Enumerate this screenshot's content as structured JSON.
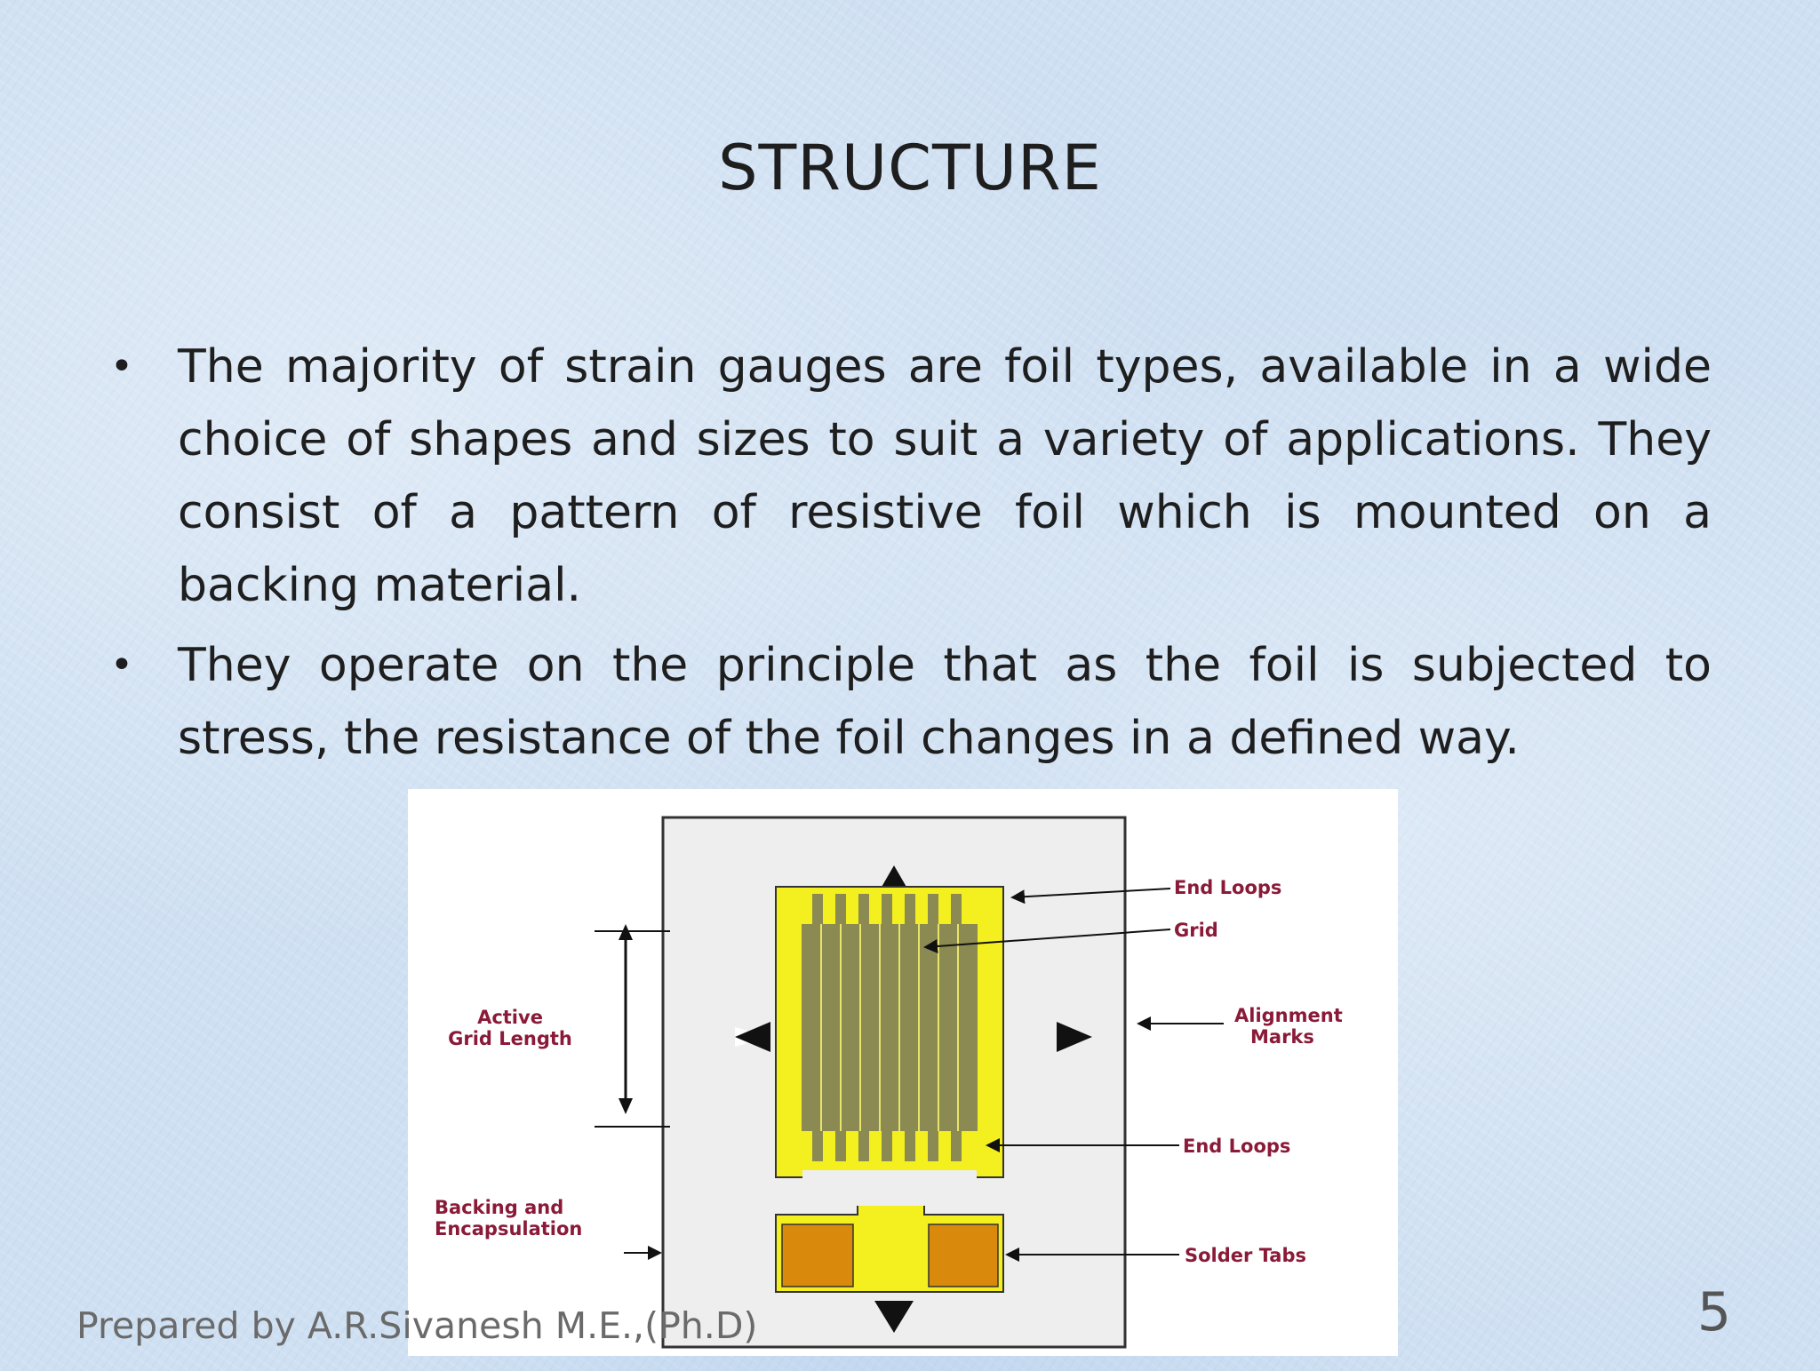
{
  "slide": {
    "title": "STRUCTURE",
    "bullets": [
      "The majority of strain gauges are foil types, available in a wide choice of shapes and sizes to suit a variety of applications. They consist of a pattern of resistive foil which is mounted on a backing material.",
      "They operate on the principle that as the foil is subjected to stress, the resistance of the foil changes in a defined way."
    ],
    "bullet_glyph": "•",
    "footer": "Prepared by A.R.Sivanesh M.E.,(Ph.D)",
    "page_number": "5"
  },
  "figure": {
    "labels": {
      "end_loops_top": "End Loops",
      "grid": "Grid",
      "alignment_marks_1": "Alignment",
      "alignment_marks_2": "Marks",
      "active_grid_1": "Active",
      "active_grid_2": "Grid Length",
      "end_loops_bottom": "End Loops",
      "backing_1": "Backing and",
      "backing_2": "Encapsulation",
      "solder_tabs": "Solder Tabs"
    },
    "colors": {
      "foil": "#f4ef1e",
      "grid": "#8a8a52",
      "tabs": "#d98a0c",
      "backing": "#eeeeee",
      "label": "#8a1a38"
    }
  }
}
